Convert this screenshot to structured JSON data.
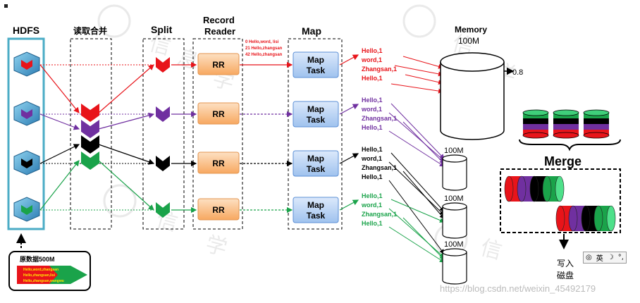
{
  "labels": {
    "hdfs": "HDFS",
    "read_merge": "读取合并",
    "split": "Split",
    "record_reader_1": "Record",
    "record_reader_2": "Reader",
    "map": "Map",
    "memory": "Memory",
    "memory_size": "100M",
    "memory_threshold": "0.8",
    "merge": "Merge",
    "write_disk_1": "写入",
    "write_disk_2": "磁盘",
    "source_data": "原数据500M",
    "watermark_text": "https://blog.csdn.net/weixin_45492179"
  },
  "rr_label": "RR",
  "map_task_lines": [
    "Map",
    "Task"
  ],
  "disk_size": "100M",
  "input_lines": [
    "0   Hello,word, lisi",
    "21  Hello,zhangsan",
    "42  Hello,zhangsan"
  ],
  "source_lines": [
    "Hello,word,zhangsan",
    "Hello,zhangsan,lisi",
    "Hello,zhangsan,wangwu"
  ],
  "map_outputs": [
    {
      "color": "#e8141a",
      "lines": [
        "Hello,1",
        "word,1",
        "Zhangsan,1",
        "Hello,1"
      ]
    },
    {
      "color": "#7030a0",
      "lines": [
        "Hello,1",
        "word,1",
        "Zhangsan,1",
        "Hello,1"
      ]
    },
    {
      "color": "#000000",
      "lines": [
        "Hello,1",
        "word,1",
        "Zhangsan,1",
        "Hello,1"
      ]
    },
    {
      "color": "#1aa34a",
      "lines": [
        "Hello,1",
        "word,1",
        "Zhangsan,1",
        "Hello,1"
      ]
    }
  ],
  "colors": {
    "red": "#e8141a",
    "purple": "#7030a0",
    "black": "#000000",
    "green": "#1aa34a",
    "hdfs_border": "#4bacc6",
    "rr_fill": "#fbc48f",
    "map_fill": "#b9d3f3"
  },
  "ime": {
    "mode": "英"
  }
}
